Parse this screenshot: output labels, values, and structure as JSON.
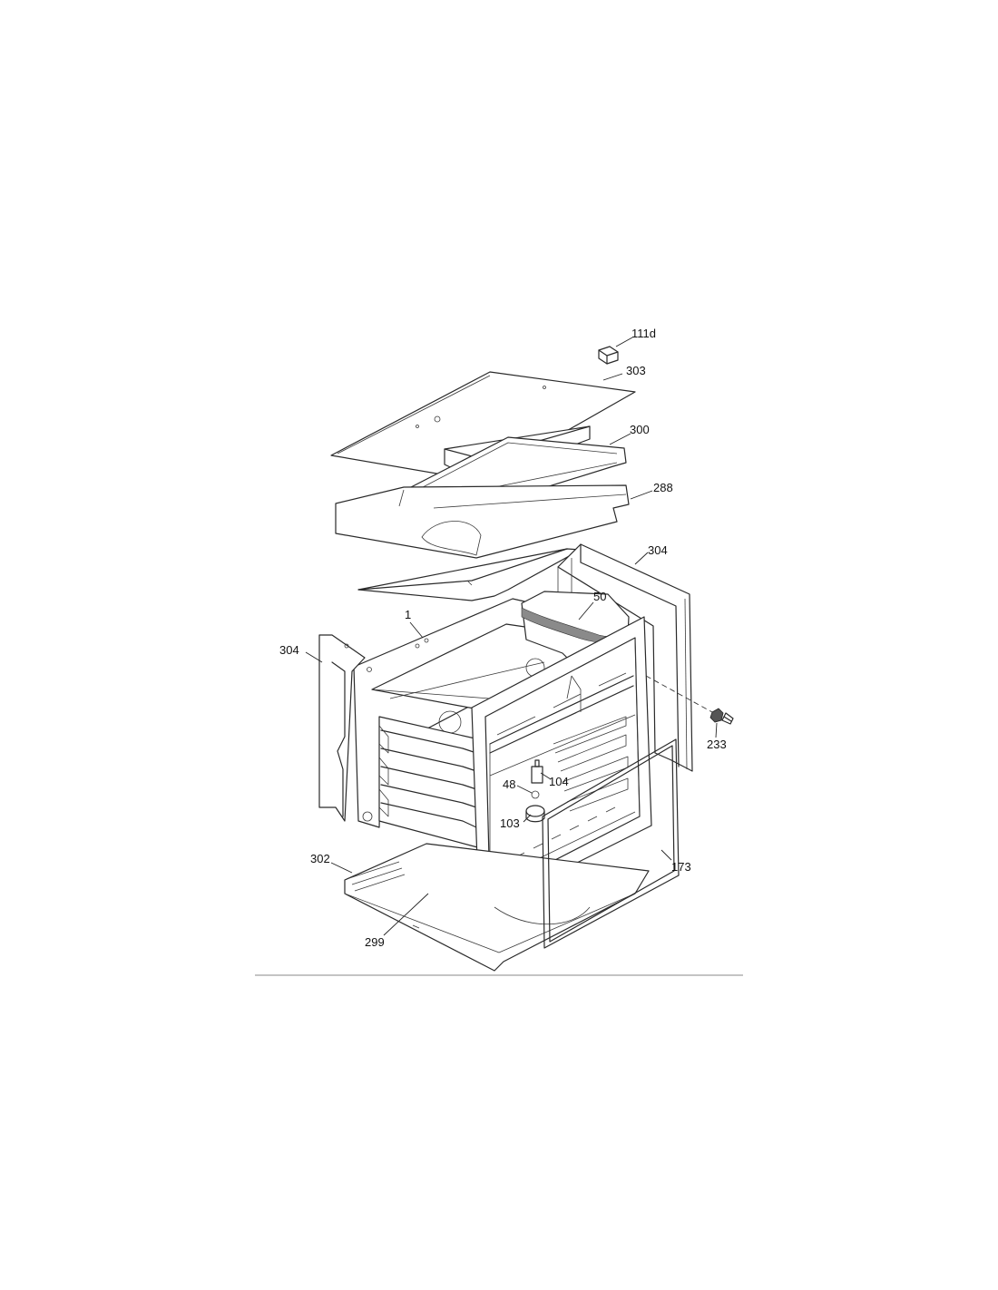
{
  "diagram": {
    "title": "",
    "callouts": [
      {
        "id": "111d",
        "label": "111d"
      },
      {
        "id": "303",
        "label": "303"
      },
      {
        "id": "300",
        "label": "300"
      },
      {
        "id": "288",
        "label": "288"
      },
      {
        "id": "304-right",
        "label": "304"
      },
      {
        "id": "50",
        "label": "50"
      },
      {
        "id": "1",
        "label": "1"
      },
      {
        "id": "304-left",
        "label": "304"
      },
      {
        "id": "233",
        "label": "233"
      },
      {
        "id": "104",
        "label": "104"
      },
      {
        "id": "48",
        "label": "48"
      },
      {
        "id": "103",
        "label": "103"
      },
      {
        "id": "173",
        "label": "173"
      },
      {
        "id": "302",
        "label": "302"
      },
      {
        "id": "299",
        "label": "299"
      }
    ]
  }
}
